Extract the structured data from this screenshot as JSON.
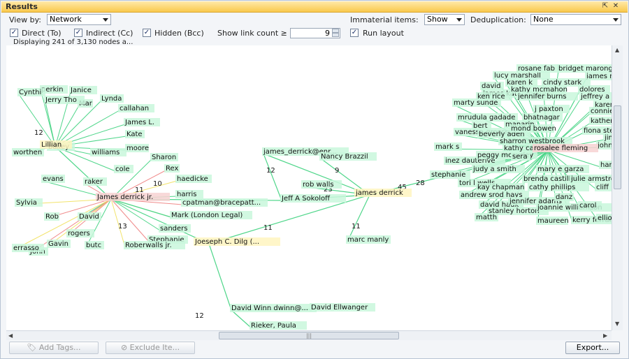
{
  "window": {
    "title": "Results"
  },
  "toolbar": {
    "view_by_label": "View by:",
    "view_by_value": "Network",
    "immaterial_label": "Immaterial items:",
    "immaterial_value": "Show",
    "dedup_label": "Deduplication:",
    "dedup_value": "None",
    "direct_label": "Direct (To)",
    "indirect_label": "Indirect (Cc)",
    "hidden_label": "Hidden (Bcc)",
    "link_count_label": "Show link count ≥",
    "link_count_value": "9",
    "run_layout_label": "Run layout",
    "checked": "✓",
    "status": "Displaying 241 of 3,130 nodes a..."
  },
  "buttons": {
    "add_tags": "Add Tags...",
    "exclude": "Exclude Ite...",
    "export": "Export..."
  },
  "graph": {
    "colors": {
      "edge_green": "#4fd68a",
      "edge_yellow": "#f2e36b",
      "edge_red": "#f08a8a",
      "node_bg": "#c9f7dc",
      "hub_bg": "#f7d2d2",
      "hub_yellow": "#fff4c0"
    },
    "hubs": [
      {
        "id": "lillian",
        "label": "Lillian"
      },
      {
        "id": "james_derrick_jr",
        "label": "James derrick jr."
      },
      {
        "id": "rosalee",
        "label": "rosalee fleming"
      },
      {
        "id": "james_derrick",
        "label": "james derrick"
      },
      {
        "id": "joeseph",
        "label": "Joeseph C. Dilg (..."
      }
    ],
    "nodes": [
      {
        "label": "james_derrick@enr..."
      },
      {
        "label": "Nancy Brazzil"
      },
      {
        "label": "rob walls"
      },
      {
        "label": "Jeff A Sokoloff"
      },
      {
        "label": "marc manly"
      },
      {
        "label": "David Winn dwinn@..."
      },
      {
        "label": "David Ellwanger"
      },
      {
        "label": "Rieker, Paula"
      },
      {
        "label": "Sharon"
      },
      {
        "label": "Rex"
      },
      {
        "label": "haedicke"
      },
      {
        "label": "harris"
      },
      {
        "label": "cpatman@bracepatt..."
      },
      {
        "label": "Mark (London Legal)"
      },
      {
        "label": "sanders"
      },
      {
        "label": "Stephanie"
      },
      {
        "label": "Roberwalls jr."
      },
      {
        "label": "butc"
      },
      {
        "label": "rogers"
      },
      {
        "label": "Gavin"
      },
      {
        "label": "David"
      },
      {
        "label": "Rob"
      },
      {
        "label": "Sylvia"
      },
      {
        "label": "evans"
      },
      {
        "label": "raker"
      },
      {
        "label": "cole"
      },
      {
        "label": "moore"
      },
      {
        "label": "williams"
      },
      {
        "label": "bailey"
      },
      {
        "label": "Kate"
      },
      {
        "label": "James L."
      },
      {
        "label": "callahan"
      },
      {
        "label": "Lynda"
      },
      {
        "label": "Mar"
      },
      {
        "label": "Jerry Tho"
      },
      {
        "label": "Janice"
      },
      {
        "label": "perkin"
      },
      {
        "label": "Cynthi"
      },
      {
        "label": "worthen"
      },
      {
        "label": "John"
      },
      {
        "label": "errasso"
      },
      {
        "label": "stephanie"
      },
      {
        "label": "tori l wells"
      },
      {
        "label": "andrew srod hays"
      },
      {
        "label": "david hauk"
      },
      {
        "label": "stanley horton"
      },
      {
        "label": "matth"
      },
      {
        "label": "maureen"
      },
      {
        "label": "kerry ferrari"
      },
      {
        "label": "jennifer adams"
      },
      {
        "label": "joannie williamson"
      },
      {
        "label": "cathy phillips"
      },
      {
        "label": "brenda castillo"
      },
      {
        "label": "julie armstrong"
      },
      {
        "label": "cliff baxter"
      },
      {
        "label": "inez dauterive"
      },
      {
        "label": "judy a smith"
      },
      {
        "label": "peggy mccurley"
      },
      {
        "label": "kathy campos"
      },
      {
        "label": "sharron westbrook"
      },
      {
        "label": "mrudula gadade"
      },
      {
        "label": "vanessa groscrand"
      },
      {
        "label": "james kathryn greer"
      },
      {
        "label": "marty sunde"
      },
      {
        "label": "ken rice"
      },
      {
        "label": "david"
      },
      {
        "label": "lucy marshall"
      },
      {
        "label": "rosane fab"
      },
      {
        "label": "bridget maronge"
      },
      {
        "label": "james m bannan"
      },
      {
        "label": "karen k"
      },
      {
        "label": "cindy stark"
      },
      {
        "label": "kathy mcmahon"
      },
      {
        "label": "dolores"
      },
      {
        "label": "jennifer burns"
      },
      {
        "label": "jeffrey a shankman"
      },
      {
        "label": "karen marsh"
      },
      {
        "label": "j paxton"
      },
      {
        "label": "connie blackwood"
      },
      {
        "label": "bhatnagar"
      },
      {
        "label": "katherine brown"
      },
      {
        "label": "fiona stewart"
      },
      {
        "label": "jim fallon"
      },
      {
        "label": "john j lavorato"
      },
      {
        "label": "harold g buchanan"
      },
      {
        "label": "beverly aden"
      },
      {
        "label": "mark s"
      },
      {
        "label": "manarin"
      },
      {
        "label": "bert"
      },
      {
        "label": "mond bowen"
      },
      {
        "label": "sera"
      },
      {
        "label": "kay chapman"
      },
      {
        "label": "mary e garza"
      },
      {
        "label": "danz"
      },
      {
        "label": "carol"
      },
      {
        "label": "elliott"
      }
    ],
    "edge_counts": [
      "12",
      "9",
      "23",
      "45",
      "28",
      "11",
      "11",
      "12",
      "10",
      "13",
      "11",
      "12"
    ]
  }
}
